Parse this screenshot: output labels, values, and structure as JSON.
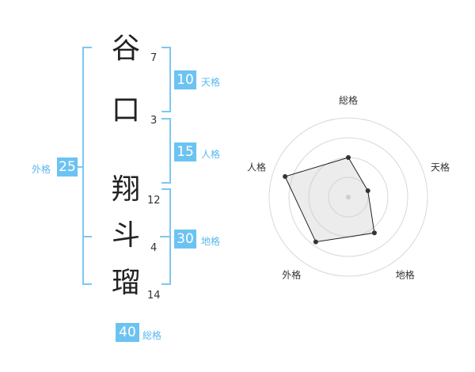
{
  "name": {
    "chars": [
      {
        "char": "谷",
        "strokes": "7"
      },
      {
        "char": "口",
        "strokes": "3"
      },
      {
        "char": "翔",
        "strokes": "12"
      },
      {
        "char": "斗",
        "strokes": "4"
      },
      {
        "char": "瑠",
        "strokes": "14"
      }
    ]
  },
  "kaku": {
    "tenkaku": {
      "label": "天格",
      "value": "10"
    },
    "jinkaku": {
      "label": "人格",
      "value": "15"
    },
    "chikaku": {
      "label": "地格",
      "value": "30"
    },
    "gaikaku": {
      "label": "外格",
      "value": "25"
    },
    "soukaku": {
      "label": "総格",
      "value": "40"
    }
  },
  "colors": {
    "accent": "#6cc3f2",
    "bracket": "#7cc8f0",
    "label": "#5ab8ec",
    "text": "#222222"
  },
  "chart_data": {
    "type": "radar",
    "axes": [
      "総格",
      "天格",
      "地格",
      "外格",
      "人格"
    ],
    "values": [
      2.5,
      1.3,
      2.8,
      3.5,
      4.2
    ],
    "max": 5,
    "rings": 4,
    "grid": true
  }
}
